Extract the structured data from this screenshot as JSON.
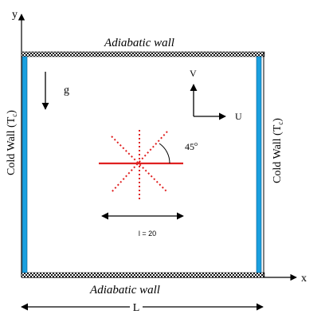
{
  "axes": {
    "x_label": "x",
    "y_label": "y"
  },
  "walls": {
    "top_label": "Adiabatic wall",
    "bottom_label": "Adiabatic wall",
    "left_label": "Cold Wall (T",
    "left_subscript": "c",
    "left_close": ")",
    "right_label": "Cold Wall (T",
    "right_subscript": "c",
    "right_close": ")",
    "cold_color": "#1aa0e0",
    "adiabatic_color": "#222222"
  },
  "annotations": {
    "gravity": "g",
    "velocity_v": "V",
    "velocity_u": "U",
    "angle": "45",
    "angle_unit": "o",
    "length_label": "L",
    "element_length": "l = 20"
  },
  "colors": {
    "element": "#e02020",
    "lines": "#000000"
  }
}
